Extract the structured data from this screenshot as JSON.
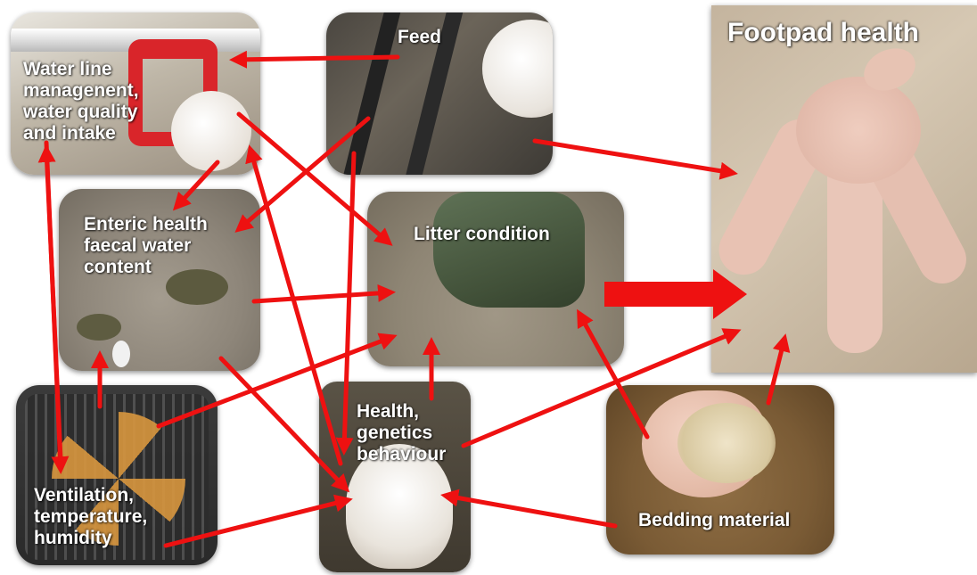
{
  "nodes": {
    "water_line": "Water line\nmanagenent,\nwater quality\nand intake",
    "feed": "Feed",
    "footpad_health": "Footpad health",
    "enteric_health": "Enteric health\nfaecal water\ncontent",
    "litter_condition": "Litter condition",
    "ventilation": "Ventilation,\ntemperature,\nhumidity",
    "health_genetics": "Health,\ngenetics\nbehaviour",
    "bedding_material": "Bedding material"
  },
  "colors": {
    "arrow": "#ee1111",
    "label_text": "#ffffff"
  }
}
